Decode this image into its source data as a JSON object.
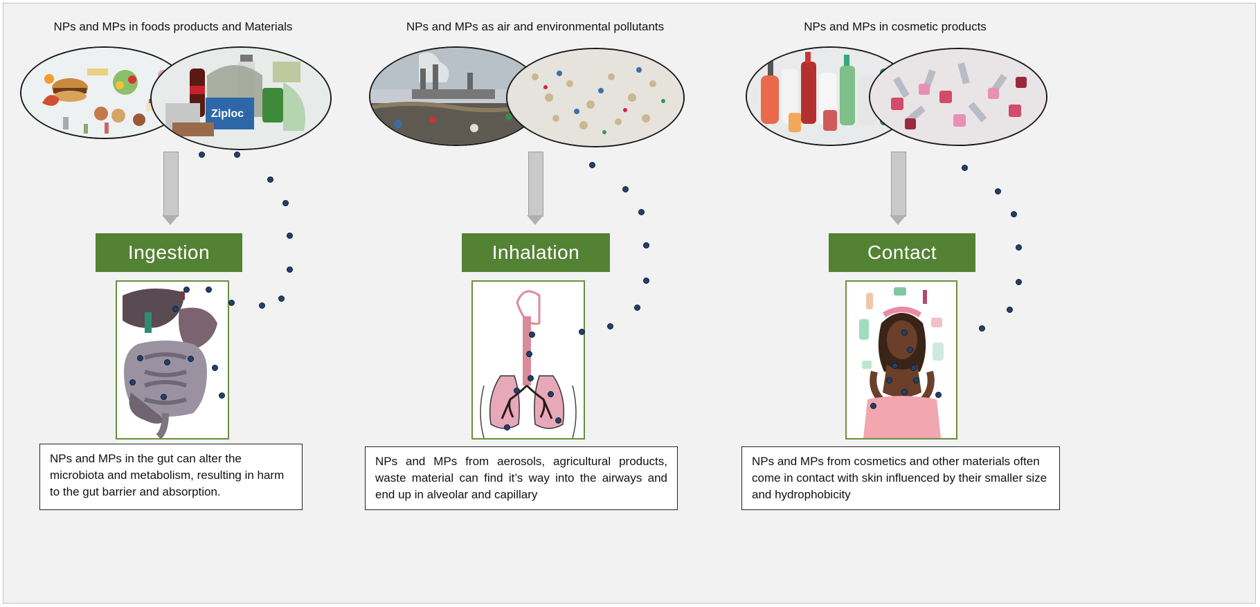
{
  "columns": [
    {
      "title": "NPs and MPs in foods products and Materials",
      "route": "Ingestion",
      "description": "NPs and MPs in the gut can alter the microbiota and metabolism, resulting in harm to the gut barrier and absorption.",
      "left_image": "food-items-photo",
      "right_image": "plastic-packaging-photo",
      "illustration": "digestive-system-illustration"
    },
    {
      "title": "NPs and MPs as air and environmental pollutants",
      "route": "Inhalation",
      "description": "NPs and MPs from aerosols, agricultural products, waste material can find it’s way into the airways and end up in alveolar and capillary",
      "left_image": "landfill-smokestacks-photo",
      "right_image": "microplastic-particles-photo",
      "illustration": "respiratory-system-illustration"
    },
    {
      "title": "NPs and MPs in cosmetic products",
      "route": "Contact",
      "description": "NPs and MPs from cosmetics and other materials often come in contact with skin influenced by their smaller size and  hydrophobicity",
      "left_image": "cosmetic-bottles-photo",
      "right_image": "nail-polish-bottles-photo",
      "illustration": "woman-skincare-illustration"
    }
  ],
  "colors": {
    "route_fill": "#548235",
    "illustration_border": "#6a8f3c",
    "particle_dot": "#24406b",
    "background": "#f2f2f2"
  }
}
